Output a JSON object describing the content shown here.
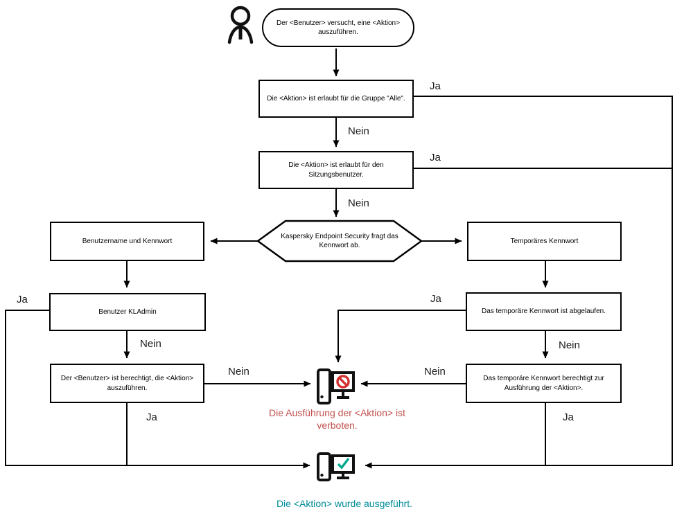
{
  "diagram": {
    "title_hint": "Kaspersky Endpoint Security password authorization flowchart",
    "nodes": {
      "start": "Der <Benutzer> versucht, eine <Aktion> auszuführen.",
      "allowed_group_all": "Die <Aktion> ist erlaubt für die Gruppe \"Alle\".",
      "allowed_session_user": "Die <Aktion> ist erlaubt für den Sitzungsbenutzer.",
      "password_prompt": "Kaspersky Endpoint Security fragt das Kennwort ab.",
      "username_password": "Benutzername und Kennwort",
      "temporary_password": "Temporäres Kennwort",
      "kladmin": "Benutzer KLAdmin",
      "user_authorized": "Der <Benutzer> ist berechtigt, die <Aktion> auszuführen.",
      "temp_password_expired": "Das temporäre Kennwort ist abgelaufen.",
      "temp_password_authorizes": "Das temporäre Kennwort berechtigt zur Ausführung der <Aktion>."
    },
    "captions": {
      "forbidden": "Die Ausführung der <Aktion> ist verboten.",
      "done": "Die <Aktion> wurde ausgeführt."
    },
    "edge_labels": [
      "Ja",
      "Nein",
      "Ja",
      "Nein",
      "Ja",
      "Ja",
      "Nein",
      "Nein",
      "Nein",
      "Nein",
      "Ja",
      "Ja"
    ],
    "icons": {
      "actor": "user-icon",
      "forbidden": "computer-blocked-icon",
      "success": "computer-check-icon"
    },
    "colors": {
      "line": "#000000",
      "forbidden_text": "#C0504D",
      "prohibition_sign": "#D32F2F",
      "success_text": "#008C99",
      "check_mark": "#00A88E"
    }
  }
}
